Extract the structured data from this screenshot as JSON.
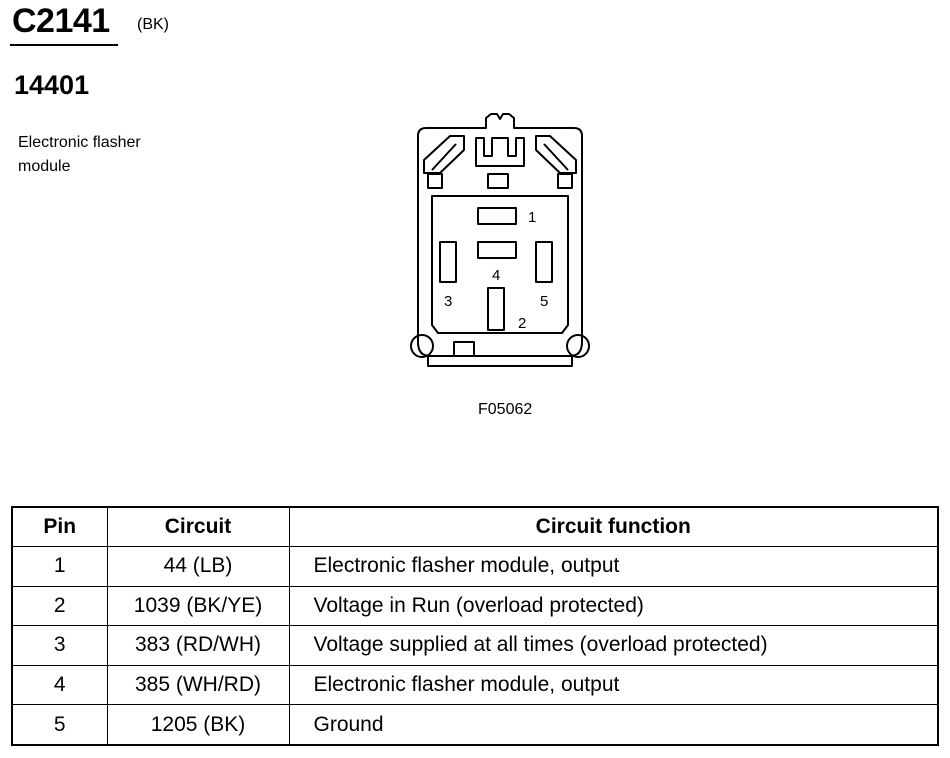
{
  "connector": {
    "id": "C2141",
    "color": "(BK)",
    "part_number": "14401",
    "name_line1": "Electronic flasher",
    "name_line2": "module"
  },
  "diagram": {
    "figure_code": "F05062",
    "pin_labels": [
      "1",
      "2",
      "3",
      "4",
      "5"
    ]
  },
  "table": {
    "headers": {
      "pin": "Pin",
      "circuit": "Circuit",
      "function": "Circuit function"
    },
    "rows": [
      {
        "pin": "1",
        "circuit": "44 (LB)",
        "function": "Electronic flasher module, output"
      },
      {
        "pin": "2",
        "circuit": "1039 (BK/YE)",
        "function": "Voltage in Run (overload protected)"
      },
      {
        "pin": "3",
        "circuit": "383 (RD/WH)",
        "function": "Voltage supplied at all times (overload protected)"
      },
      {
        "pin": "4",
        "circuit": "385 (WH/RD)",
        "function": "Electronic flasher module, output"
      },
      {
        "pin": "5",
        "circuit": "1205 (BK)",
        "function": "Ground"
      }
    ]
  }
}
